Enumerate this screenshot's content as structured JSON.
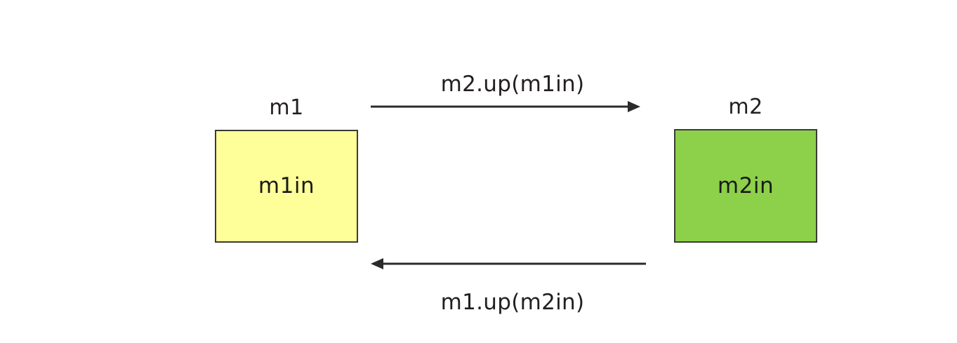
{
  "diagram": {
    "type": "sequence-interaction-diagram",
    "background_color": "#ffffff",
    "nodes": [
      {
        "id": "m1",
        "caption": "m1",
        "inner_label": "m1in",
        "fill_color": "#ffff99",
        "border_color": "#3b3b33"
      },
      {
        "id": "m2",
        "caption": "m2",
        "inner_label": "m2in",
        "fill_color": "#8dd04a",
        "border_color": "#3b3b33"
      }
    ],
    "edges": [
      {
        "id": "top",
        "label": "m2.up(m1in)",
        "direction": "left-to-right",
        "from": "m1",
        "to": "m2",
        "color": "#2b2b2b"
      },
      {
        "id": "bottom",
        "label": "m1.up(m2in)",
        "direction": "right-to-left",
        "from": "m2",
        "to": "m1",
        "color": "#2b2b2b"
      }
    ]
  }
}
